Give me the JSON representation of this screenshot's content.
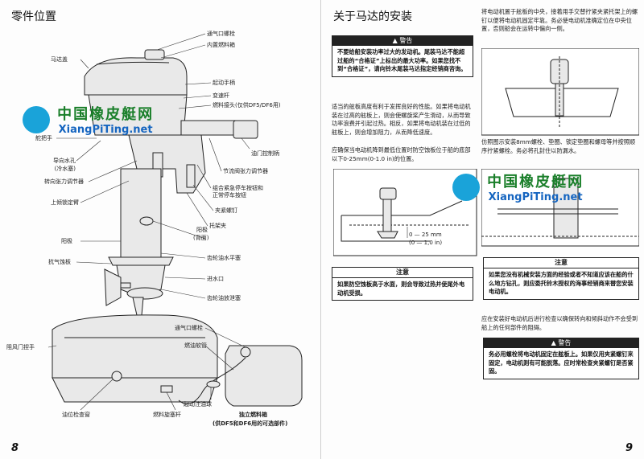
{
  "left": {
    "title": "零件位置",
    "page_number": "8",
    "labels": {
      "vent_screw": "通气口螺栓",
      "inner_fuel_tank": "内置燃料箱",
      "hood": "马达盖",
      "start_handle": "起动手柄",
      "shift_lever": "变速杆",
      "fuel_connector": "燃料接头(仅供DF5/DF6用)",
      "tiller_handle": "舵把手",
      "throttle_grip": "油门控制柄",
      "pilot_water": "导向水孔",
      "pilot_water_sub": "(冷水塞)",
      "throttle_tension": "节流阀张力调节器",
      "steering_tension": "转向张力调节器",
      "stop_switch": "组合紧急停车按钮和",
      "stop_switch_2": "正常停车按钮",
      "tilt_pin": "上倾锁定臂",
      "clamp_screw": "夹紧螺钉",
      "clamp_bracket": "托架夹",
      "anode_back": "阳极",
      "anode_back_sub": "(背面)",
      "anode": "阳极",
      "gear_oil_level": "齿轮油水平塞",
      "anti_cavitation": "抗气蚀板",
      "water_intake": "进水口",
      "gear_oil_drain": "齿轮油放泄塞",
      "choke_knob": "阻风门捏手",
      "oil_check": "油位检查窗",
      "vent_screw_2": "通气口螺栓",
      "fuel_hose": "燃油软管",
      "primer_bulb": "起动注油球",
      "fuel_valve": "燃料旋塞杆",
      "external_tank": "独立燃料箱",
      "external_tank_sub": "(供DF5和DF6用的可选部件)"
    }
  },
  "right": {
    "title": "关于马达的安装",
    "page_number": "9",
    "warning1_header": "警告",
    "warning1_text": "不要给船安装功率过大的发动机。尾装马达不能超过船的“合格证”上标出的最大功率。如果您找不到“合格证”，请向铃木尾装马达指定经销商咨询。",
    "para1": "适当的舷板高度有利于发挥良好的性能。如果将电动机装在过高的舷板上，则会使螺旋桨产生滑动，从而导致功率浪费并引起过热。相反，如果将电动机装在过低的舷板上，则会增加阻力，从而降低速度。",
    "para2": "应确保当电动机降到最低位置时防空蚀板位于船的底部以下0-25mm(0-1.0 in)的位置。",
    "dim_label": "0 — 25 mm",
    "dim_label_2": "(0 — 1,0 in)",
    "note1_header": "注意",
    "note1_text": "如果防空蚀板高于水面，则会导致过热并使尾外电动机受损。",
    "para_right_top": "将电动机置于舷板的中央，接着用手交替拧紧夹紧托架上的螺钉以便将电动机固定牢靠。务必使电动机准确定位在中央位置，否则船会在运转中偏向一侧。",
    "para_right_mid": "仿照图示安装8mm螺栓、垫圈、锁定垫圈和螺母等并按照顺序拧紧螺栓。务必将孔封住以防漏水。",
    "note2_header": "注意",
    "note2_text": "如果您没有机械安装方面的经验或者不知道应该在船的什么地方钻孔，则应委托铃木授权的海事经销商来替您安装电动机。",
    "para_right_bottom": "应在安装好电动机后进行检查以确保转向和倾斜动作不会受到船上的任何部件的阻碍。",
    "warning2_header": "警告",
    "warning2_text": "务必用螺栓将电动机固定在舷板上。如果仅用夹紧螺钉来固定，电动机则有可能脱落。应时常检查夹紧螺钉是否紧固。"
  },
  "watermark": {
    "cn": "中国橡皮艇网",
    "en": "XiangPiTing.net"
  }
}
